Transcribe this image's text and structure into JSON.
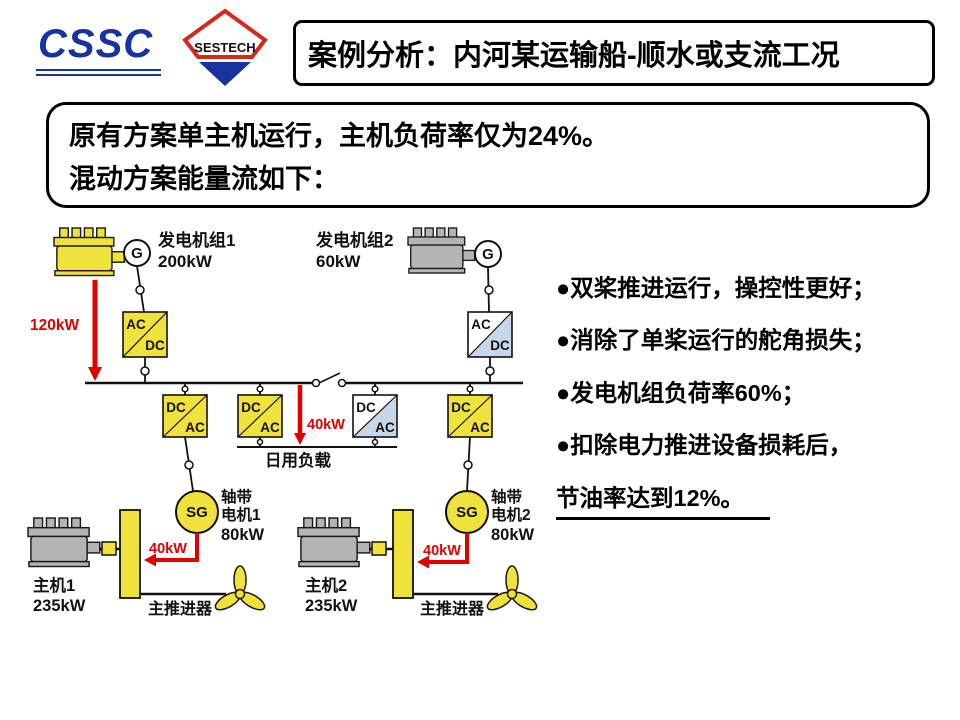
{
  "logos": {
    "cssc_text": "CSSC",
    "sestech_text": "SESTECH"
  },
  "header": {
    "title": "案例分析：内河某运输船-顺水或支流工况"
  },
  "intro": {
    "line1": "原有方案单主机运行，主机负荷率仅为24%。",
    "line2": "混动方案能量流如下："
  },
  "diagram": {
    "genset1": {
      "label": "发电机组1",
      "power": "200kW",
      "gen_symbol": "G"
    },
    "genset2": {
      "label": "发电机组2",
      "power": "60kW",
      "gen_symbol": "G"
    },
    "converter_acdc": {
      "top": "AC",
      "bottom": "DC"
    },
    "converter_dcac": {
      "top": "DC",
      "bottom": "AC"
    },
    "flows": {
      "gen1_output": "120kW",
      "daily_load": "40kW",
      "shaft_motor1": "40kW",
      "shaft_motor2": "40kW"
    },
    "daily_load": {
      "label": "日用负载"
    },
    "shaft_motor1": {
      "line1": "轴带",
      "line2": "电机1",
      "power": "80kW",
      "symbol": "SG"
    },
    "shaft_motor2": {
      "line1": "轴带",
      "line2": "电机2",
      "power": "80kW",
      "symbol": "SG"
    },
    "main_engine1": {
      "label": "主机1",
      "power": "235kW"
    },
    "main_engine2": {
      "label": "主机2",
      "power": "235kW"
    },
    "propeller1": {
      "label": "主推进器"
    },
    "propeller2": {
      "label": "主推进器"
    }
  },
  "bullets": [
    {
      "bullet": "●",
      "text": "双桨推进运行，操控性更好；"
    },
    {
      "bullet": "●",
      "text": "消除了单桨运行的舵角损失；"
    },
    {
      "bullet": "●",
      "text": "发电机组负荷率60%；"
    },
    {
      "bullet": "●",
      "text": "扣除电力推进设备损耗后，"
    },
    {
      "bullet": "",
      "text": "节油率达到12%。"
    }
  ],
  "colors": {
    "accent_red": "#e00000",
    "equipment_yellow": "#f0e23c",
    "inactive_blue": "#c7d7e8",
    "logo_blue": "#1833a0",
    "logo_red": "#d42a1e"
  }
}
